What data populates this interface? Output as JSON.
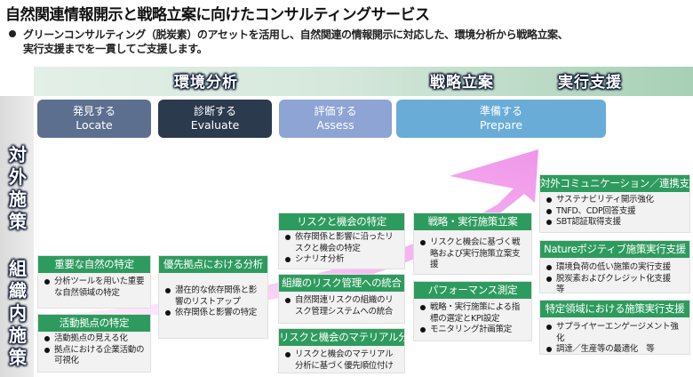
{
  "title": "自然関連情報開示と戦略立案に向けたコンサルティングサービス",
  "lead": {
    "line1": "グリーンコンサルティング（脱炭素）のアセットを活用し、自然関連の情報開示に対応した、環境分析から戦略立案、",
    "line2": "実行支援までを一貫してご支援します。"
  },
  "phases": [
    {
      "label": "環境分析"
    },
    {
      "label": "戦略立案"
    },
    {
      "label": "実行支援"
    }
  ],
  "side_labels": {
    "external": [
      "対",
      "外",
      "施",
      "策"
    ],
    "internal": [
      "組",
      "織",
      "内",
      "施",
      "策"
    ]
  },
  "stages": [
    {
      "jp": "発見する",
      "en": "Locate",
      "color": "#5d6f8f"
    },
    {
      "jp": "診断する",
      "en": "Evaluate",
      "color": "#2c3a4e"
    },
    {
      "jp": "評価する",
      "en": "Assess",
      "color": "#8da4d4"
    },
    {
      "jp": "準備する",
      "en": "Prepare",
      "color": "#6aacd8"
    }
  ],
  "colors": {
    "card_header": "#2e9b5e",
    "card_body": "#f2f2f2",
    "arrow": "#f5b5f0"
  },
  "cards": {
    "important_nature": {
      "title": "重要な自然の特定",
      "items": [
        "分析ツールを用いた重要な自然領域の特定"
      ]
    },
    "activity_sites": {
      "title": "活動拠点の特定",
      "items": [
        "活動拠点の見える化",
        "拠点における企業活動の可視化"
      ]
    },
    "priority_sites": {
      "title": "優先拠点における分析",
      "items": [
        "潜在的な依存関係と影響のリストアップ",
        "依存関係と影響の特定"
      ]
    },
    "risk_opportunity": {
      "title": "リスクと機会の特定",
      "items": [
        "依存関係と影響に沿ったリスクと機会の特定",
        "シナリオ分析"
      ]
    },
    "risk_mgmt": {
      "title": "組織のリスク管理への統合",
      "items": [
        "自然関連リスクの組織のリスク管理システムへの統合"
      ]
    },
    "materiality": {
      "title": "リスクと機会のマテリアル分析",
      "items": [
        "リスクと機会のマテリアル分析に基づく優先順位付け"
      ]
    },
    "strategy": {
      "title": "戦略・実行施策立案",
      "items": [
        "リスクと機会に基づく戦略および実行施策立案支援"
      ]
    },
    "performance": {
      "title": "パフォーマンス測定",
      "items": [
        "戦略・実行施策による指標の選定とKPI設定",
        "モニタリング計画策定"
      ]
    },
    "external_comm": {
      "title": "対外コミュニケーション／連携支援",
      "items": [
        "サステナビリティ開示強化",
        "TNFD、CDP回答支援",
        "SBT認証取得支援"
      ]
    },
    "nature_positive": {
      "title": "Natureポジティブ施策実行支援",
      "items": [
        "環境負荷の低い施策の実行支援",
        "脱炭素およびクレジット化支援　等"
      ]
    },
    "specific_area": {
      "title": "特定領域における施策実行支援",
      "items": [
        "サプライヤーエンゲージメント強化",
        "調達／生産等の最適化　等"
      ]
    }
  }
}
